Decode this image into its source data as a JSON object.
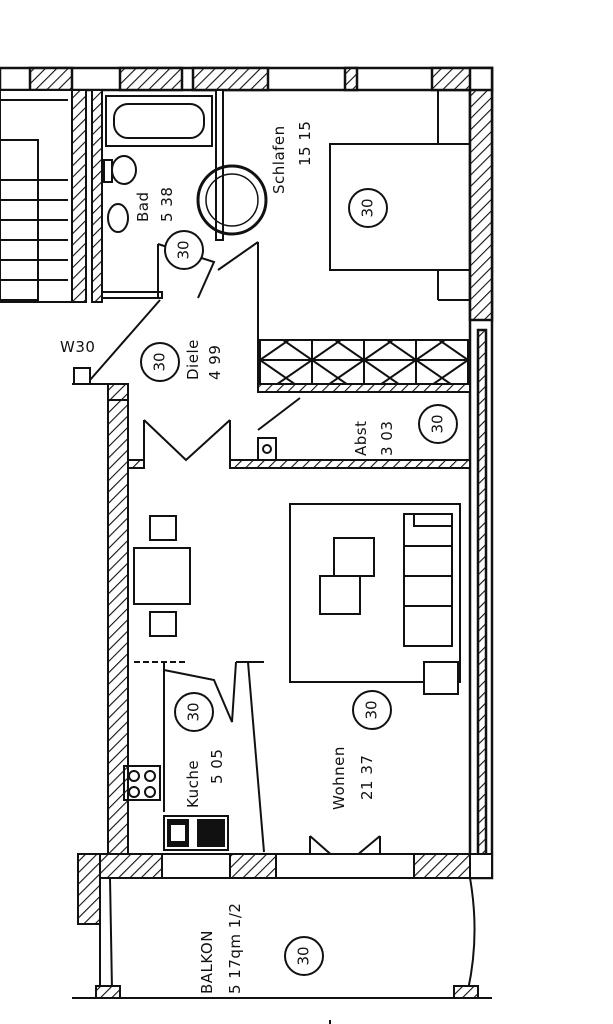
{
  "plan": {
    "wall_code": "W30",
    "rooms": [
      {
        "id": "bad",
        "name": "Bad",
        "area": "5 38",
        "mark": "30"
      },
      {
        "id": "schlafen",
        "name": "Schlafen",
        "area": "15 15",
        "mark": "30"
      },
      {
        "id": "diele",
        "name": "Diele",
        "area": "4 99",
        "mark": "30"
      },
      {
        "id": "abst",
        "name": "Abst",
        "area": "3 03",
        "mark": "30"
      },
      {
        "id": "kuche",
        "name": "Kuche",
        "area": "5 05",
        "mark": "30"
      },
      {
        "id": "wohnen",
        "name": "Wohnen",
        "area": "21 37",
        "mark": "30"
      },
      {
        "id": "balkon",
        "name": "BALKON",
        "area": "5 17qm 1/2",
        "mark": "30"
      }
    ]
  }
}
